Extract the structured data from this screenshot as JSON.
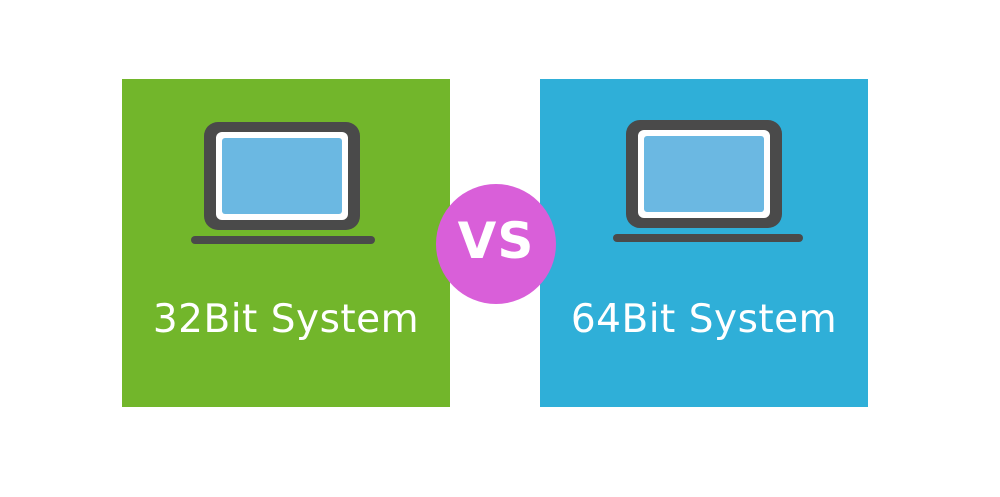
{
  "left_panel": {
    "label": "32Bit System",
    "color": "#72b62b",
    "icon": "laptop-icon"
  },
  "right_panel": {
    "label": "64Bit System",
    "color": "#2fafd8",
    "icon": "laptop-icon"
  },
  "badge": {
    "text": "VS",
    "color": "#d95fd9"
  },
  "icon_colors": {
    "frame": "#4a4a4a",
    "screen": "#6bb8e2",
    "bezel": "#ffffff"
  }
}
